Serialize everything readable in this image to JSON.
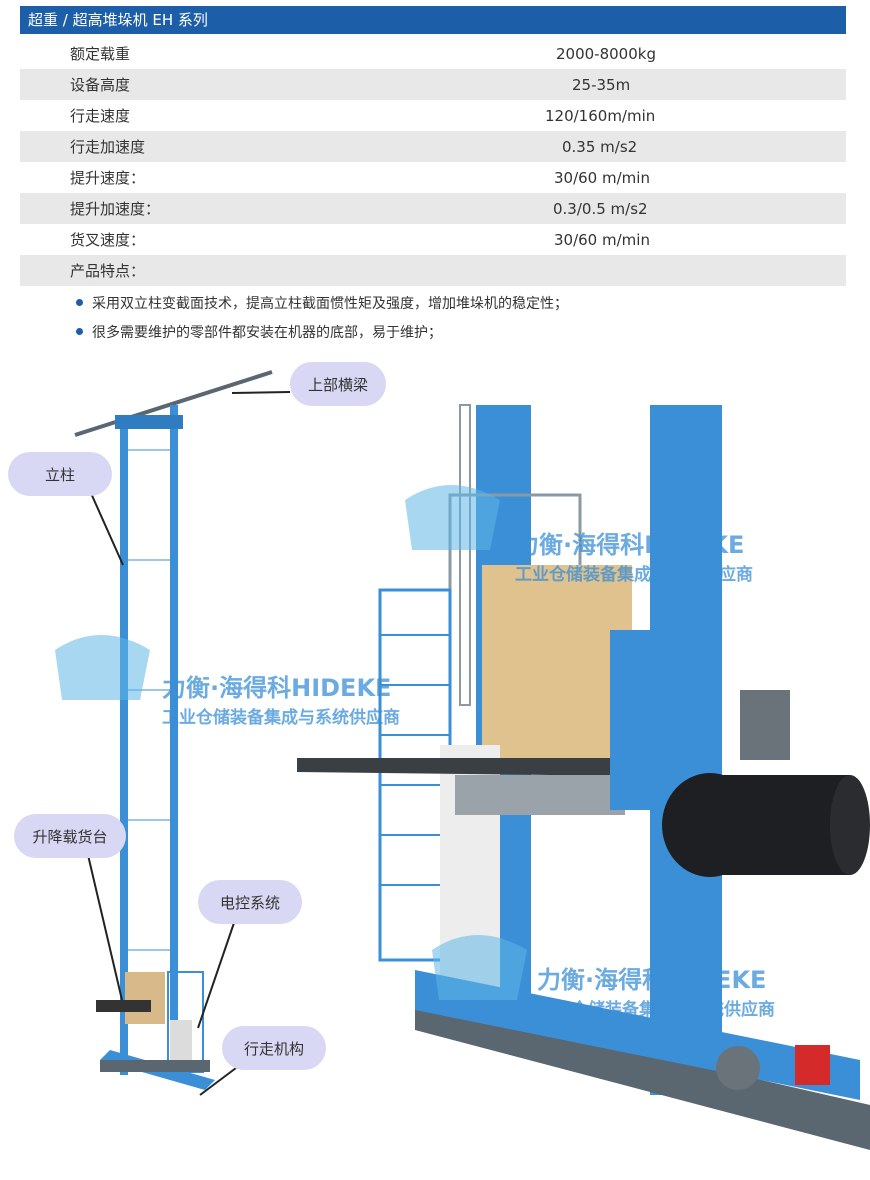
{
  "header": {
    "title": "超重 / 超高堆垛机 EH 系列"
  },
  "specs": [
    {
      "label": "额定载重",
      "value": "2000-8000kg"
    },
    {
      "label": "设备高度",
      "value": "25-35m"
    },
    {
      "label": "行走速度",
      "value": "120/160m/min"
    },
    {
      "label": "行走加速度",
      "value": "0.35 m/s2"
    },
    {
      "label": "提升速度：",
      "value": "30/60 m/min"
    },
    {
      "label": "提升加速度：",
      "value": "0.3/0.5 m/s2"
    },
    {
      "label": "货叉速度：",
      "value": "30/60 m/min"
    },
    {
      "label": "产品特点：",
      "value": ""
    }
  ],
  "features": [
    "采用双立柱变截面技术，提高立柱截面惯性矩及强度，增加堆垛机的稳定性；",
    "很多需要维护的零部件都安装在机器的底部，易于维护；"
  ],
  "callouts": {
    "top_beam": "上部横梁",
    "column": "立柱",
    "carriage": "升降载货台",
    "electrical": "电控系统",
    "travel": "行走机构"
  },
  "watermark": {
    "brand": "力衡·海得科HIDEKE",
    "tagline": "工业仓储装备集成与系统供应商"
  },
  "colors": {
    "header_bg": "#1d5ea8",
    "machine_blue": "#3a8fd6",
    "callout_bg": "#d9d8f4"
  }
}
